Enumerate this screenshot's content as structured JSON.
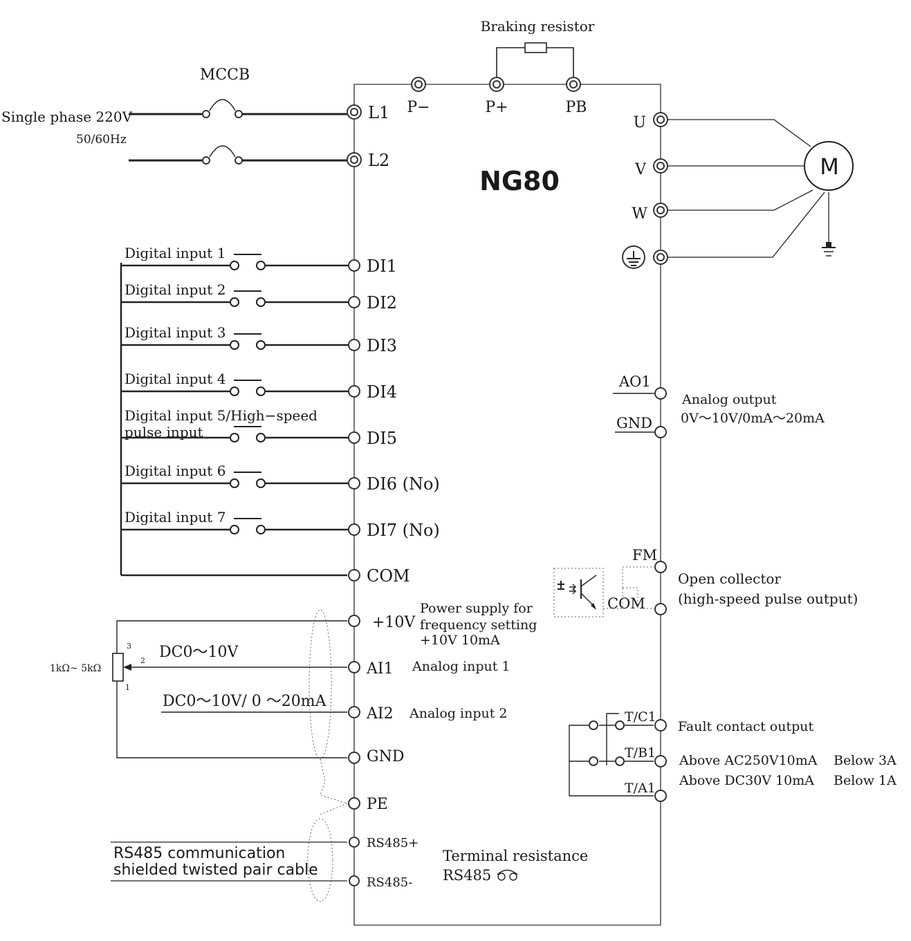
{
  "title": "NG80",
  "power": {
    "supply_label": "Single phase 220V",
    "freq_label": "50/60Hz",
    "breaker_label": "MCCB",
    "terminals": [
      "L1",
      "L2"
    ]
  },
  "braking": {
    "label": "Braking resistor",
    "terminals": [
      "P−",
      "P+",
      "PB"
    ]
  },
  "motor": {
    "label": "M",
    "terminals": [
      "U",
      "V",
      "W"
    ]
  },
  "digital_inputs": [
    {
      "label": "Digital input  1",
      "terminal": "DI1"
    },
    {
      "label": "Digital input  2",
      "terminal": "DI2"
    },
    {
      "label": "Digital input  3",
      "terminal": "DI3"
    },
    {
      "label": "Digital input  4",
      "terminal": "DI4"
    },
    {
      "label": "Digital input  5/High−speed",
      "label2": "pulse input",
      "terminal": "DI5"
    },
    {
      "label": "Digital input  6",
      "terminal": "DI6 (No)"
    },
    {
      "label": "Digital input  7",
      "terminal": "DI7 (No)"
    }
  ],
  "com_terminal": "COM",
  "analog_in": {
    "plus10v": "+10V",
    "supply_desc": [
      "Power supply for",
      "frequency setting",
      "+10V 10mA"
    ],
    "pot_label": "1kΩ~ 5kΩ",
    "pot_pins": [
      "3",
      "2",
      "1"
    ],
    "ai1": "AI1",
    "ai1_signal": "DC0～10V",
    "ai1_desc": "Analog input 1",
    "ai2": "AI2",
    "ai2_signal": "DC0～10V/ 0 ～20mA",
    "ai2_desc": "Analog input 2",
    "gnd": "GND",
    "pe": "PE"
  },
  "rs485": {
    "plus": "RS485+",
    "minus": "RS485-",
    "cable": [
      "RS485 communication",
      "shielded twisted pair cable"
    ],
    "termination": [
      "Terminal resistance",
      "RS485"
    ]
  },
  "analog_out": {
    "ao1": "AO1",
    "gnd": "GND",
    "desc": [
      "Analog output",
      "0V～10V/0mA～20mA"
    ]
  },
  "open_collector": {
    "fm": "FM",
    "com": "COM",
    "desc": [
      "Open collector",
      "(high-speed pulse output)"
    ]
  },
  "relay": {
    "terminals": [
      "T/C1",
      "T/B1",
      "T/A1"
    ],
    "desc": "Fault contact output",
    "ac_rating": "Above AC250V10mA",
    "ac_limit": "Below 3A",
    "dc_rating": "Above DC30V 10mA",
    "dc_limit": "Below 1A"
  }
}
